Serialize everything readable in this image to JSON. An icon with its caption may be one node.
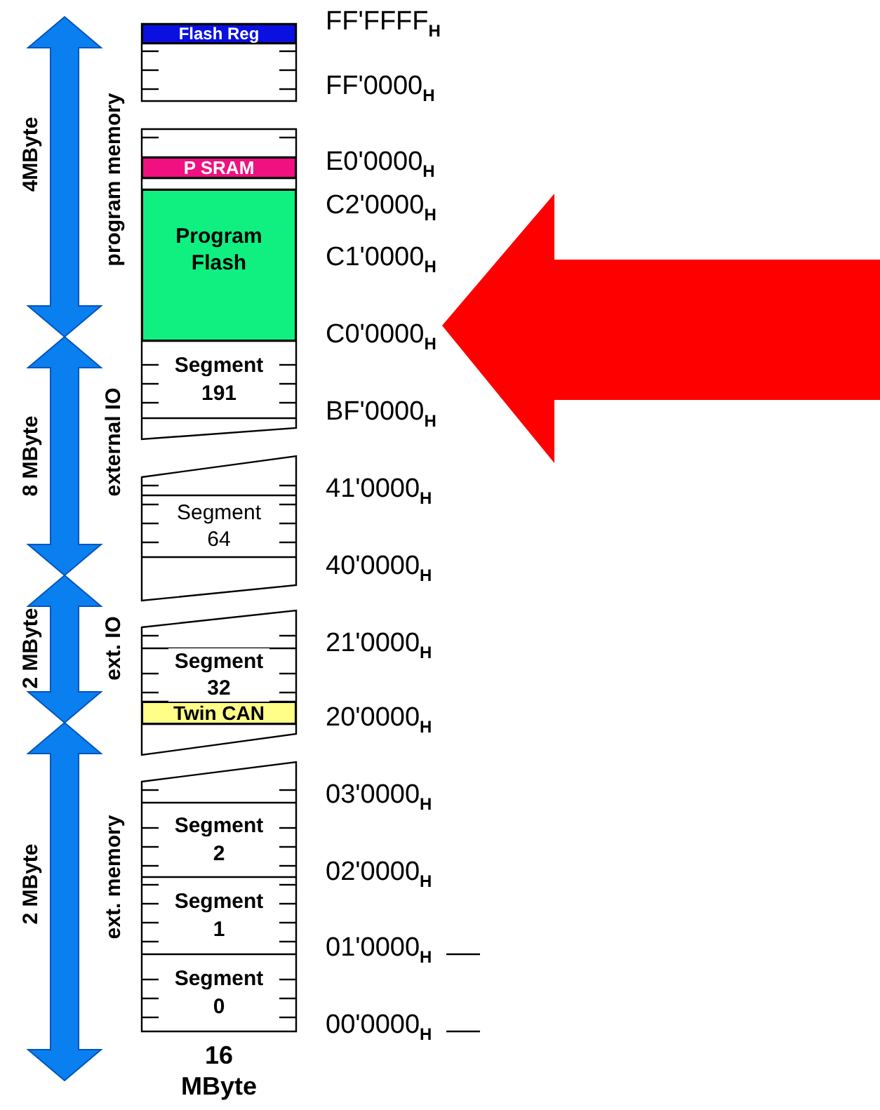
{
  "diagram": {
    "nodes": [
      {
        "text": [
          "Flash Reg"
        ]
      },
      {
        "text": [
          "P SRAM"
        ]
      },
      {
        "text": [
          "Program Flash"
        ]
      },
      {
        "text": [
          "Segment 191"
        ]
      },
      {
        "text": [
          "Segment 64"
        ]
      },
      {
        "text": [
          "Segment 32"
        ]
      },
      {
        "text": [
          "Twin CAN"
        ]
      },
      {
        "text": [
          "Segment 2"
        ]
      },
      {
        "text": [
          "Segment 1"
        ]
      },
      {
        "text": [
          "Segment 0"
        ]
      },
      {
        "text": [
          "C0'0000$_{H}$"
        ]
      }
    ],
    "edges": [
      {
        "from": null,
        "to": 10,
        "arrow": "to",
        "style": "thick",
        "color": "#ff0000"
      }
    ],
    "labels": [
      "4MByte",
      "program memory",
      "8 MByte",
      "external IO",
      "2 MByte",
      "ext. IO",
      "2 MByte",
      "ext. memory",
      "FF'FFFF$_{H}$",
      "FF'0000$_{H}$",
      "E0'0000$_{H}$",
      "C2'0000$_{H}$",
      "C1'0000$_{H}$",
      "BF'0000$_{H}$",
      "41'0000$_{H}$",
      "40'0000$_{H}$",
      "21'0000$_{H}$",
      "20'0000$_{H}$",
      "03'0000$_{H}$",
      "02'0000$_{H}$",
      "01'0000$_{H}$",
      "00'0000$_{H}$",
      "16 MByte"
    ]
  }
}
